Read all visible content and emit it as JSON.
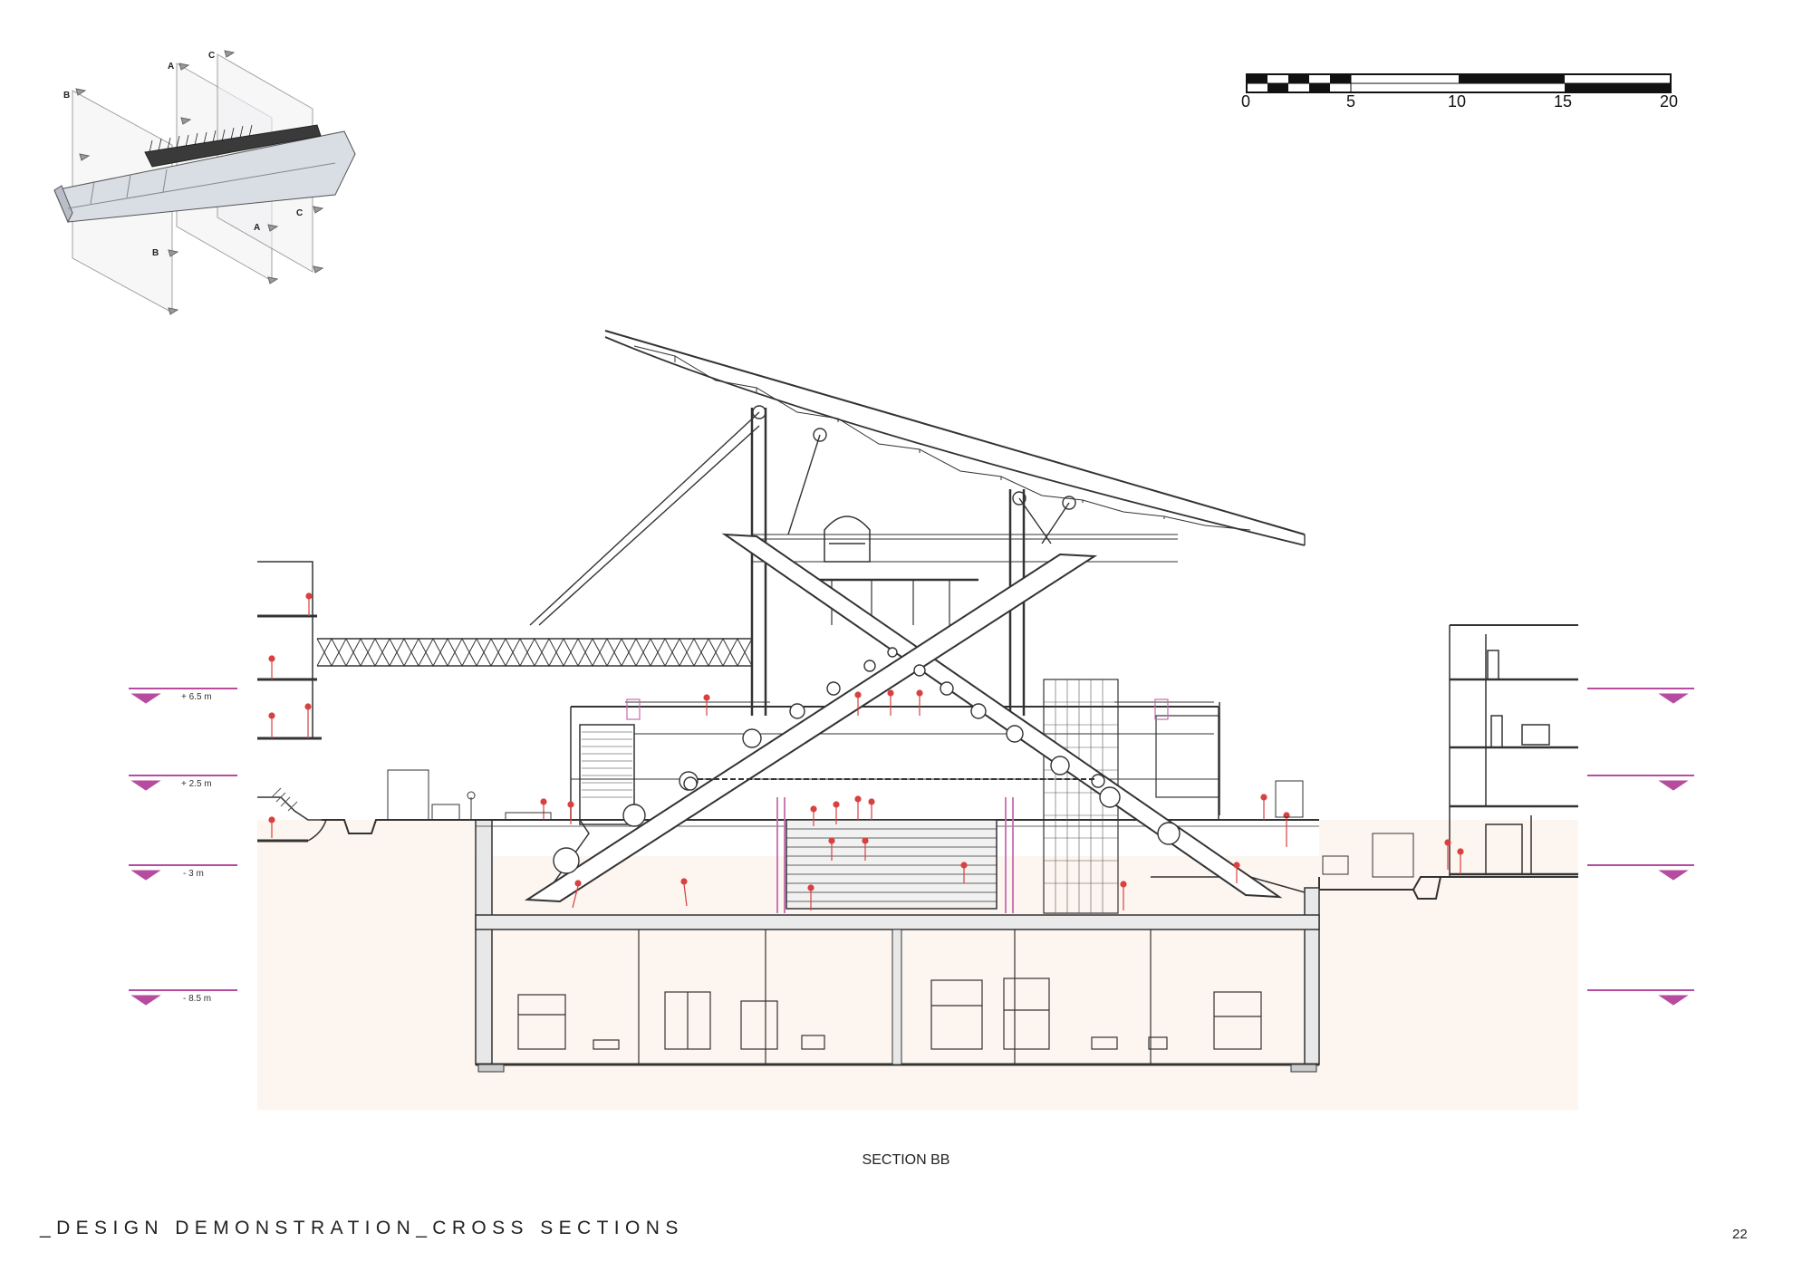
{
  "section_title": "SECTION BB",
  "footer_title": "_DESIGN DEMONSTRATION_CROSS SECTIONS",
  "page_number": "22",
  "scale_bar": {
    "ticks": [
      "0",
      "5",
      "10",
      "15",
      "20"
    ]
  },
  "key_plan": {
    "labels": [
      "A",
      "B",
      "C"
    ]
  },
  "levels": [
    {
      "label": "+ 6.5 m"
    },
    {
      "label": "+ 2.5 m"
    },
    {
      "label": "- 3 m"
    },
    {
      "label": "- 8.5 m"
    }
  ],
  "colors": {
    "level_marker": "#b64b9f",
    "ground": "#fdf5ef",
    "people": "#d94040",
    "line": "#333333"
  }
}
